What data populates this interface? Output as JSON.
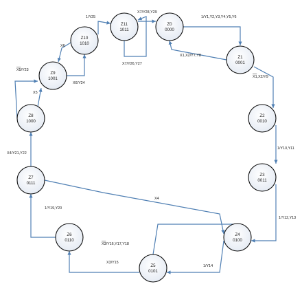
{
  "nodes": [
    {
      "id": "Z0",
      "name": "Z0",
      "code": "0000"
    },
    {
      "id": "Z1",
      "name": "Z1",
      "code": "0001"
    },
    {
      "id": "Z2",
      "name": "Z2",
      "code": "0010"
    },
    {
      "id": "Z3",
      "name": "Z3",
      "code": "0011"
    },
    {
      "id": "Z4",
      "name": "Z4",
      "code": "0100"
    },
    {
      "id": "Z5",
      "name": "Z5",
      "code": "0101"
    },
    {
      "id": "Z6",
      "name": "Z6",
      "code": "0110"
    },
    {
      "id": "Z7",
      "name": "Z7",
      "code": "0111"
    },
    {
      "id": "Z8",
      "name": "Z8",
      "code": "1000"
    },
    {
      "id": "Z9",
      "name": "Z9",
      "code": "1001"
    },
    {
      "id": "Z10",
      "name": "Z10",
      "code": "1010"
    },
    {
      "id": "Z11",
      "name": "Z11",
      "code": "1011"
    }
  ],
  "edges": [
    {
      "id": "z0-z1",
      "label": "1/Y1,Y2,Y3,Y4,Y5,Y6"
    },
    {
      "id": "z1-z0",
      "label": "X1,X2/Y7,Y8"
    },
    {
      "id": "z1-z2",
      "label": "X1,X2/Y9"
    },
    {
      "id": "z2-z3",
      "label": "1/Y10,Y11"
    },
    {
      "id": "z3-z4",
      "label": "1/Y12,Y13"
    },
    {
      "id": "z4-z5",
      "label": "1/Y14"
    },
    {
      "id": "z5-z6",
      "label": "X3/Y15"
    },
    {
      "id": "z5-z4",
      "label": "X3/Y16,Y17,Y18"
    },
    {
      "id": "z6-z7",
      "label": "1/Y19,Y20"
    },
    {
      "id": "z7-z8",
      "label": "X4/Y21,Y22"
    },
    {
      "id": "z7-z4",
      "label": "X4"
    },
    {
      "id": "z8-z9",
      "label": "X5"
    },
    {
      "id": "z8-z10",
      "label": "X5/Y23"
    },
    {
      "id": "z9-z10",
      "label": "X6/Y24"
    },
    {
      "id": "z10-z9",
      "label": "X6"
    },
    {
      "id": "z10-z11",
      "label": "1/Y25"
    },
    {
      "id": "z11-z0",
      "label": "X7/Y28,Y29"
    },
    {
      "id": "z11-loop",
      "label": "X7/Y26,Y27"
    }
  ]
}
